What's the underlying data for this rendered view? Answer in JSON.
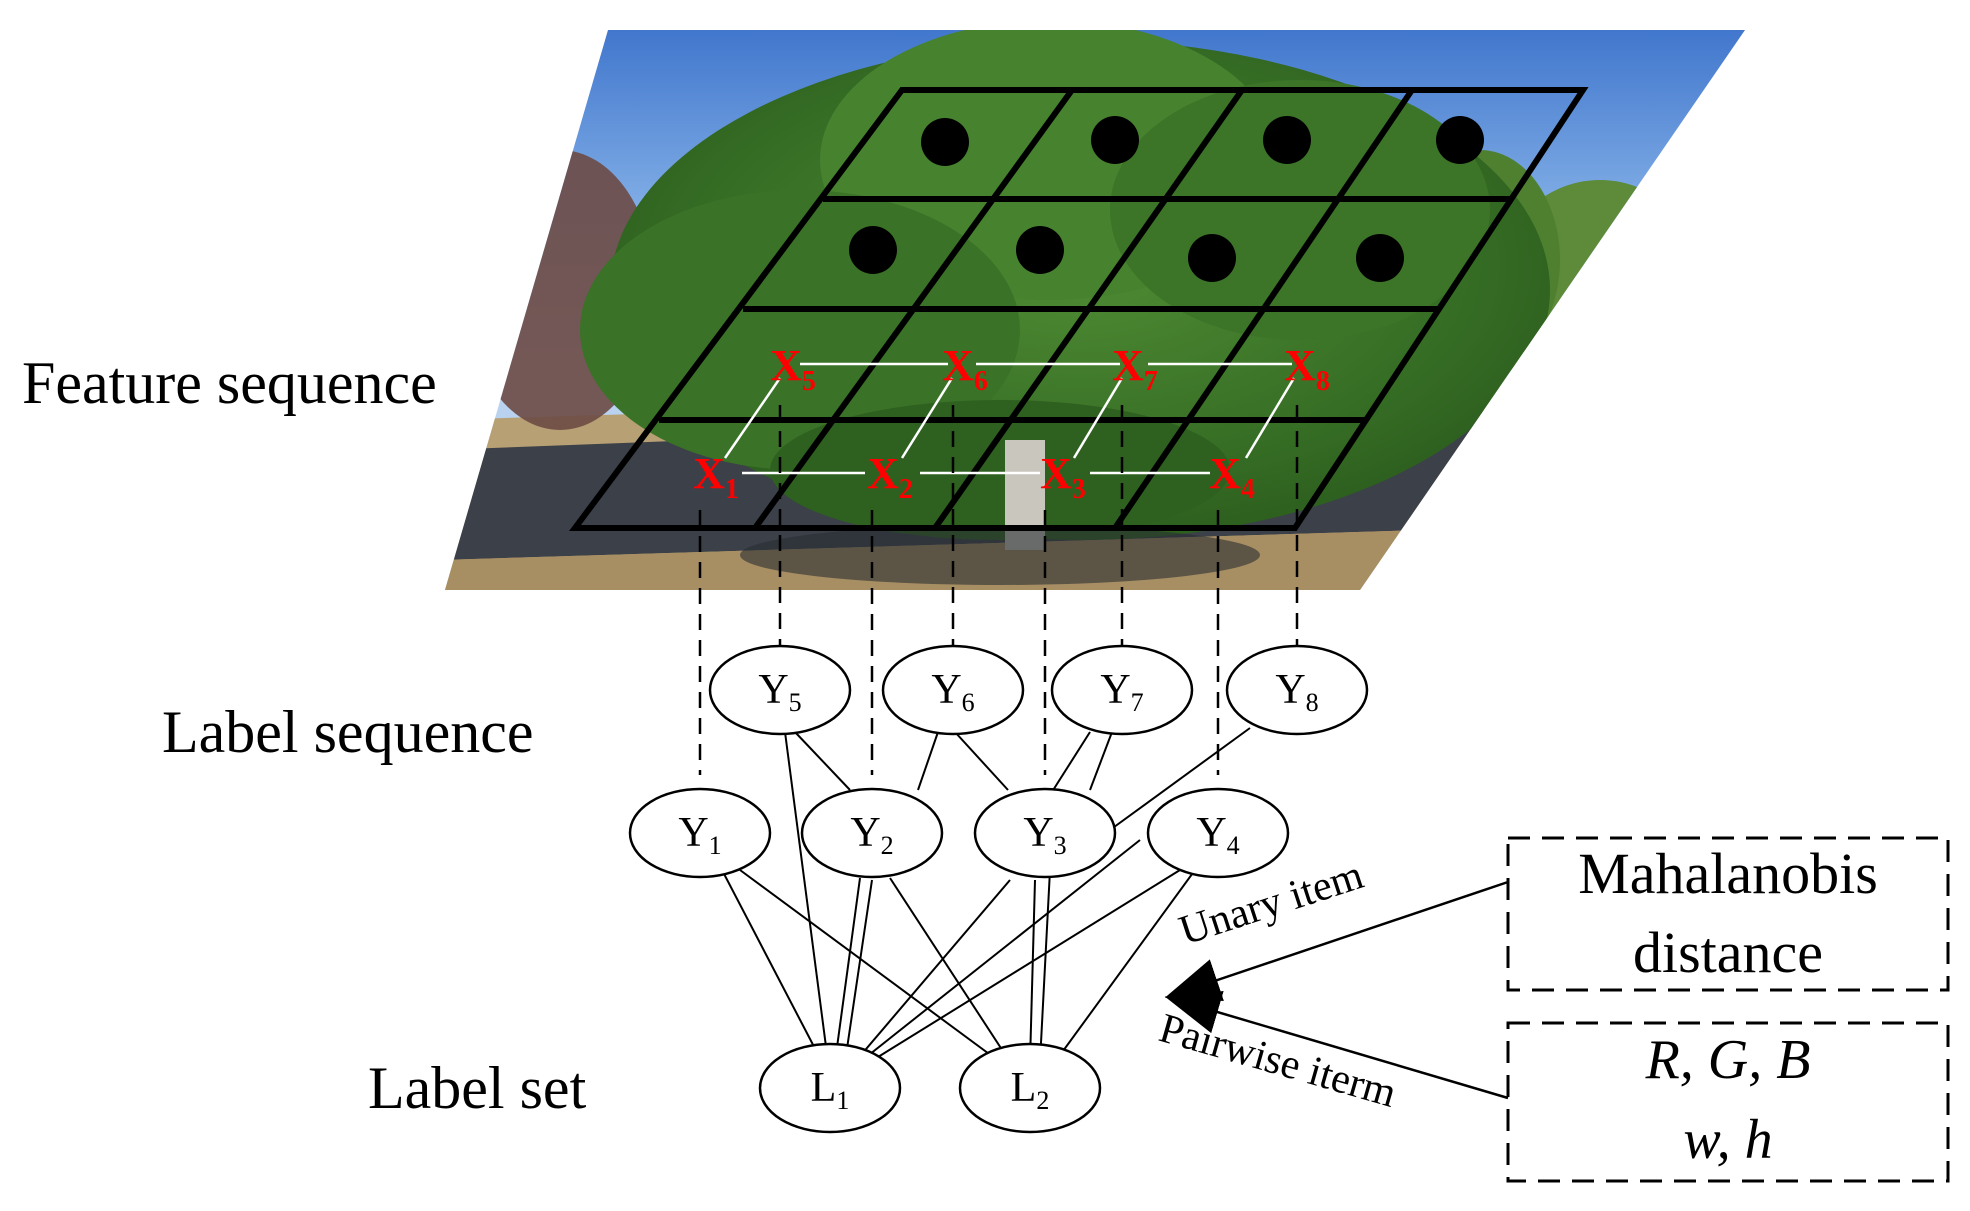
{
  "side_labels": {
    "feature": "Feature sequence",
    "label_seq": "Label sequence",
    "label_set": "Label set"
  },
  "features": [
    {
      "base": "X",
      "sub": "5"
    },
    {
      "base": "X",
      "sub": "6"
    },
    {
      "base": "X",
      "sub": "7"
    },
    {
      "base": "X",
      "sub": "8"
    },
    {
      "base": "X",
      "sub": "1"
    },
    {
      "base": "X",
      "sub": "2"
    },
    {
      "base": "X",
      "sub": "3"
    },
    {
      "base": "X",
      "sub": "4"
    }
  ],
  "nodes_top": [
    {
      "base": "Y",
      "sub": "5"
    },
    {
      "base": "Y",
      "sub": "6"
    },
    {
      "base": "Y",
      "sub": "7"
    },
    {
      "base": "Y",
      "sub": "8"
    }
  ],
  "nodes_mid": [
    {
      "base": "Y",
      "sub": "1"
    },
    {
      "base": "Y",
      "sub": "2"
    },
    {
      "base": "Y",
      "sub": "3"
    },
    {
      "base": "Y",
      "sub": "4"
    }
  ],
  "nodes_bottom": [
    {
      "base": "L",
      "sub": "1"
    },
    {
      "base": "L",
      "sub": "2"
    }
  ],
  "box_unary": {
    "line1": "Mahalanobis",
    "line2": "distance"
  },
  "box_pairwise": {
    "line1": "R, G, B",
    "line2": "w, h"
  },
  "arrow_unary": "Unary item",
  "arrow_pairwise": "Pairwise iterm",
  "colors": {
    "sky_top": "#4a7fd0",
    "sky_bottom": "#a9c9ee",
    "foliage": "#3f7a2a",
    "foliage_dark": "#24511a",
    "soil": "#b59a6c",
    "road": "#3a3f48",
    "feature_label": "#ff0000"
  }
}
